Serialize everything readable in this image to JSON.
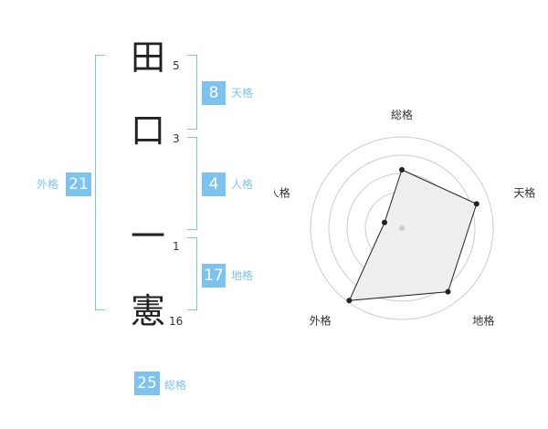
{
  "name": {
    "chars": [
      {
        "char": "田",
        "strokes": "5"
      },
      {
        "char": "口",
        "strokes": "3"
      },
      {
        "char": "一",
        "strokes": "1"
      },
      {
        "char": "憲",
        "strokes": "16"
      }
    ]
  },
  "kaku": {
    "ten": {
      "value": "8",
      "label": "天格"
    },
    "jin": {
      "value": "4",
      "label": "人格"
    },
    "chi": {
      "value": "17",
      "label": "地格"
    },
    "gai": {
      "value": "21",
      "label": "外格"
    },
    "sou": {
      "value": "25",
      "label": "総格"
    }
  },
  "colors": {
    "accent": "#7cc3f1",
    "text": "#222222"
  },
  "chart_data": {
    "type": "radar",
    "axes": [
      "総格",
      "天格",
      "地格",
      "外格",
      "人格"
    ],
    "values": [
      3.2,
      4.3,
      4.3,
      4.9,
      1.0
    ],
    "max": 5,
    "rings": 5
  }
}
